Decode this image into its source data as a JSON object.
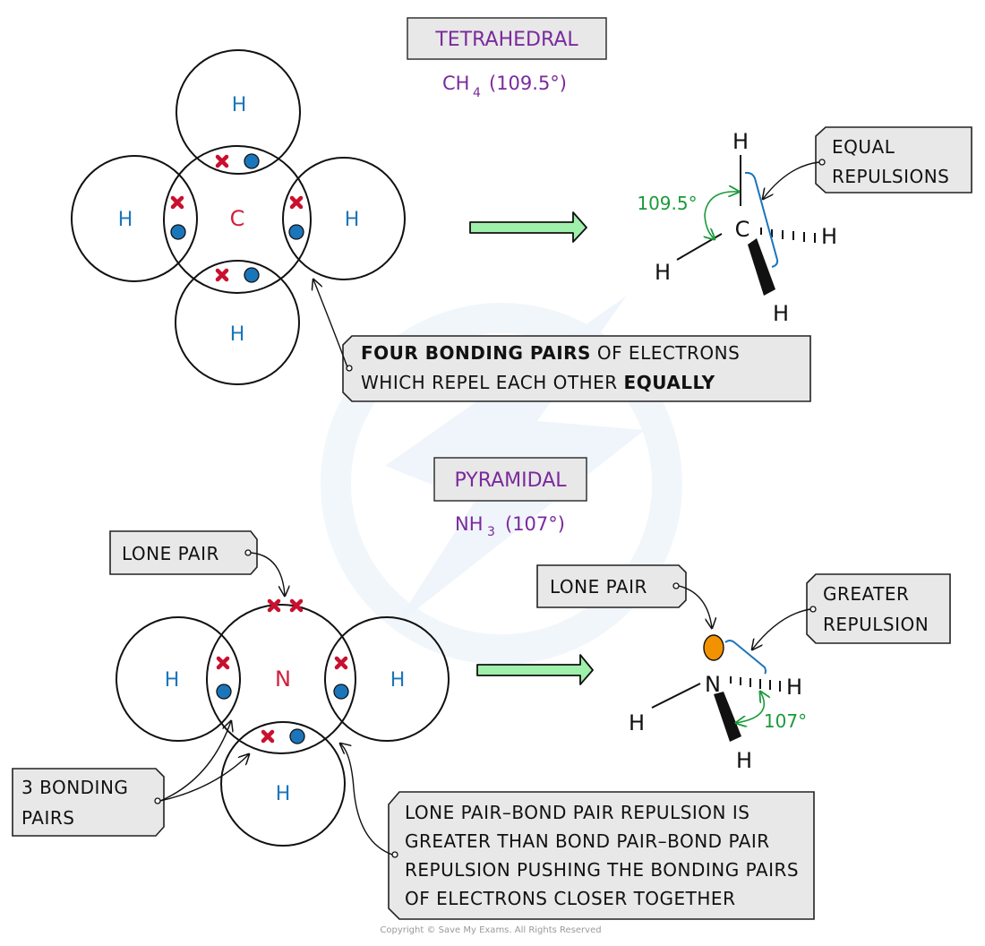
{
  "watermark": {
    "name": "save-my-exams-logo"
  },
  "tetrahedral": {
    "title": "TETRAHEDRAL",
    "formula_main": "CH",
    "formula_sub": "4",
    "formula_angle": "(109.5°)",
    "dot_cross": {
      "center_atom": "C",
      "outer_atoms": [
        "H",
        "H",
        "H",
        "H"
      ],
      "bonding_pairs": 4
    },
    "structure": {
      "center": "C",
      "atoms": [
        "H",
        "H",
        "H",
        "H"
      ],
      "angle_label": "109.5°"
    },
    "annotation_equal": [
      "EQUAL",
      "REPULSIONS"
    ],
    "annotation_main": {
      "line1_bold": "FOUR BONDING PAIRS",
      "line1_rest": " OF ELECTRONS",
      "line2_rest": "WHICH REPEL EACH OTHER ",
      "line2_bold": "EQUALLY"
    }
  },
  "pyramidal": {
    "title": "PYRAMIDAL",
    "formula_main": "NH",
    "formula_sub": "3",
    "formula_angle": "(107°)",
    "dot_cross": {
      "center_atom": "N",
      "outer_atoms": [
        "H",
        "H",
        "H"
      ],
      "bonding_pairs": 3,
      "lone_pairs": 1
    },
    "structure": {
      "center": "N",
      "atoms": [
        "H",
        "H",
        "H"
      ],
      "angle_label": "107°"
    },
    "annotation_lone_pair_left": "LONE PAIR",
    "annotation_lone_pair_right": "LONE PAIR",
    "annotation_greater": [
      "GREATER",
      "REPULSION"
    ],
    "annotation_bonding": [
      "3 BONDING",
      "PAIRS"
    ],
    "annotation_main": [
      "LONE PAIR–BOND PAIR REPULSION IS",
      "GREATER THAN BOND PAIR–BOND PAIR",
      "REPULSION PUSHING THE BONDING PAIRS",
      "OF ELECTRONS CLOSER TOGETHER"
    ]
  },
  "colors": {
    "title_purple": "#7a2a9c",
    "hydrogen_blue": "#1b75bb",
    "central_red": "#d0213b",
    "cross_red": "#c8102e",
    "angle_green": "#1a9a3a",
    "arrow_green": "#9ff0aa",
    "lone_pair_orange": "#f39200",
    "tag_grey": "#e8e8e8"
  },
  "footer": {
    "copyright": "Copyright © Save My Exams. All Rights Reserved"
  }
}
